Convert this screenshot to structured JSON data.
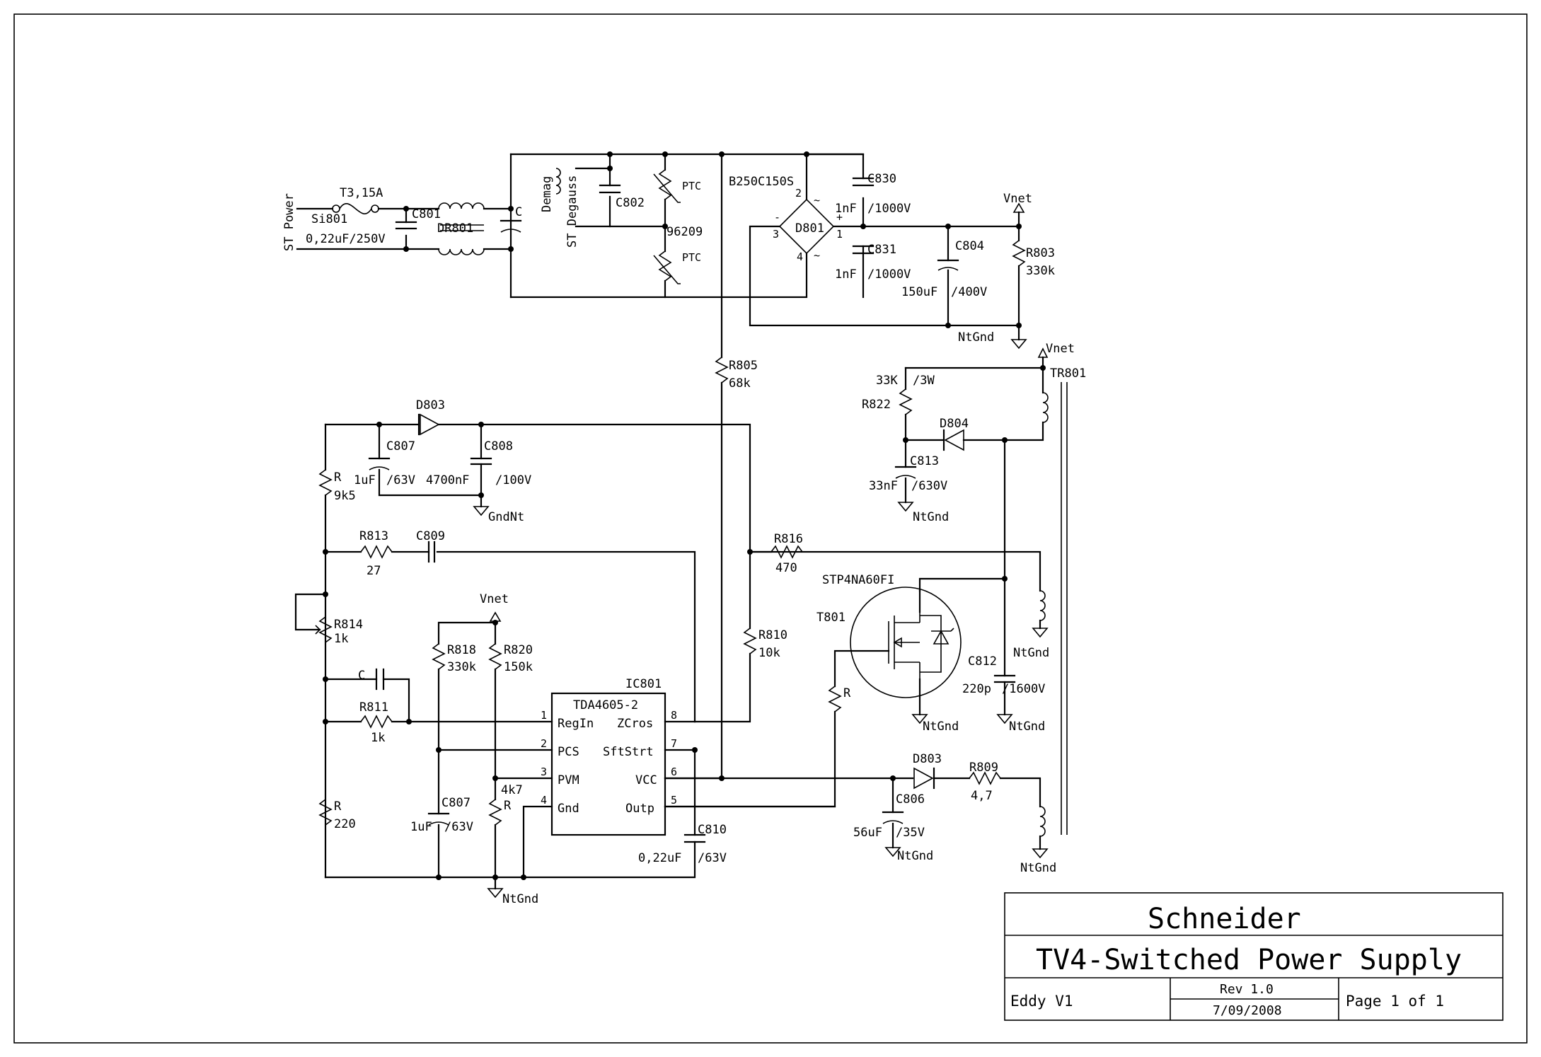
{
  "title_block": {
    "company": "Schneider",
    "title": "TV4-Switched Power Supply",
    "author": "Eddy V1",
    "revision": "Rev 1.0",
    "date": "7/09/2008",
    "page": "Page 1 of 1"
  },
  "labels": {
    "st_power": "ST Power",
    "fuse_rating": "T3,15A",
    "fuse_ref": "Si801",
    "c801": "C801",
    "c801_val": "0,22uF/250V",
    "dr801": "DR801",
    "c_unnamed": "C",
    "demag": "Demag",
    "st_degauss": "ST Degauss",
    "c802": "C802",
    "ptc1": "PTC",
    "ptc2": "PTC",
    "ptc_part": "96209",
    "bridge": "B250C150S",
    "d801": "D801",
    "b_pin1": "1",
    "b_pin2": "2",
    "b_pin3": "3",
    "b_pin4": "4",
    "b_minus": "-",
    "b_plus": "+",
    "b_ac1": "~",
    "b_ac2": "~",
    "c830": "C830",
    "c830_val": "1nF",
    "c830_v": "/1000V",
    "c831": "C831",
    "c831_val": "1nF",
    "c831_v": "/1000V",
    "c804": "C804",
    "c804_val": "150uF",
    "c804_v": "/400V",
    "vnet1": "Vnet",
    "r803": "R803",
    "r803_val": "330k",
    "ntgnd_top": "NtGnd",
    "r805": "R805",
    "r805_val": "68k",
    "vnet2": "Vnet",
    "tr801": "TR801",
    "r822_val": "33K",
    "r822_w": "/3W",
    "r822": "R822",
    "d804": "D804",
    "c813": "C813",
    "c813_val": "33nF",
    "c813_v": "/630V",
    "ntgnd_c813": "NtGnd",
    "d803_top": "D803",
    "c807_top": "C807",
    "c807_top_val": "1uF",
    "c807_top_v": "/63V",
    "c808": "C808",
    "c808_val": "4700nF",
    "c808_v": "/100V",
    "gndnt": "GndNt",
    "r_9k5": "R",
    "r_9k5_val": "9k5",
    "r813": "R813",
    "r813_val": "27",
    "c809": "C809",
    "r816": "R816",
    "r816_val": "470",
    "stp": "STP4NA60FI",
    "t801": "T801",
    "ntgnd_tr_mid": "NtGnd",
    "r814": "R814",
    "r814_val": "1k",
    "vnet3": "Vnet",
    "r818": "R818",
    "r818_val": "330k",
    "r820": "R820",
    "r820_val": "150k",
    "r810": "R810",
    "r810_val": "10k",
    "c812": "C812",
    "c812_val": "220p",
    "c812_v": "/1600V",
    "c_fb": "C",
    "ic801": "IC801",
    "ic_part": "TDA4605-2",
    "r811": "R811",
    "r811_val": "1k",
    "pin1": "1",
    "pin2": "2",
    "pin3": "3",
    "pin4": "4",
    "pin5": "5",
    "pin6": "6",
    "pin7": "7",
    "pin8": "8",
    "pin_regin": "RegIn",
    "pin_pcs": "PCS",
    "pin_pvm": "PVM",
    "pin_gnd": "Gnd",
    "pin_zcros": "ZCros",
    "pin_sftstrt": "SftStrt",
    "pin_vcc": "VCC",
    "pin_outp": "Outp",
    "r_gate": "R",
    "ntgnd_src": "NtGnd",
    "ntgnd_c812": "NtGnd",
    "d803_bot": "D803",
    "r809": "R809",
    "r809_val": "4,7",
    "c806": "C806",
    "c806_val": "56uF",
    "c806_v": "/35V",
    "ntgnd_c806": "NtGnd",
    "ntgnd_tr_bot": "NtGnd",
    "r_220": "R",
    "r_220_val": "220",
    "c807_bot": "C807",
    "c807_bot_val": "1uF",
    "c807_bot_v": "/63V",
    "r_4k7": "R",
    "r_4k7_val": "4k7",
    "c810": "C810",
    "c810_val": "0,22uF",
    "c810_v": "/63V",
    "ntgnd_bottom": "NtGnd"
  }
}
